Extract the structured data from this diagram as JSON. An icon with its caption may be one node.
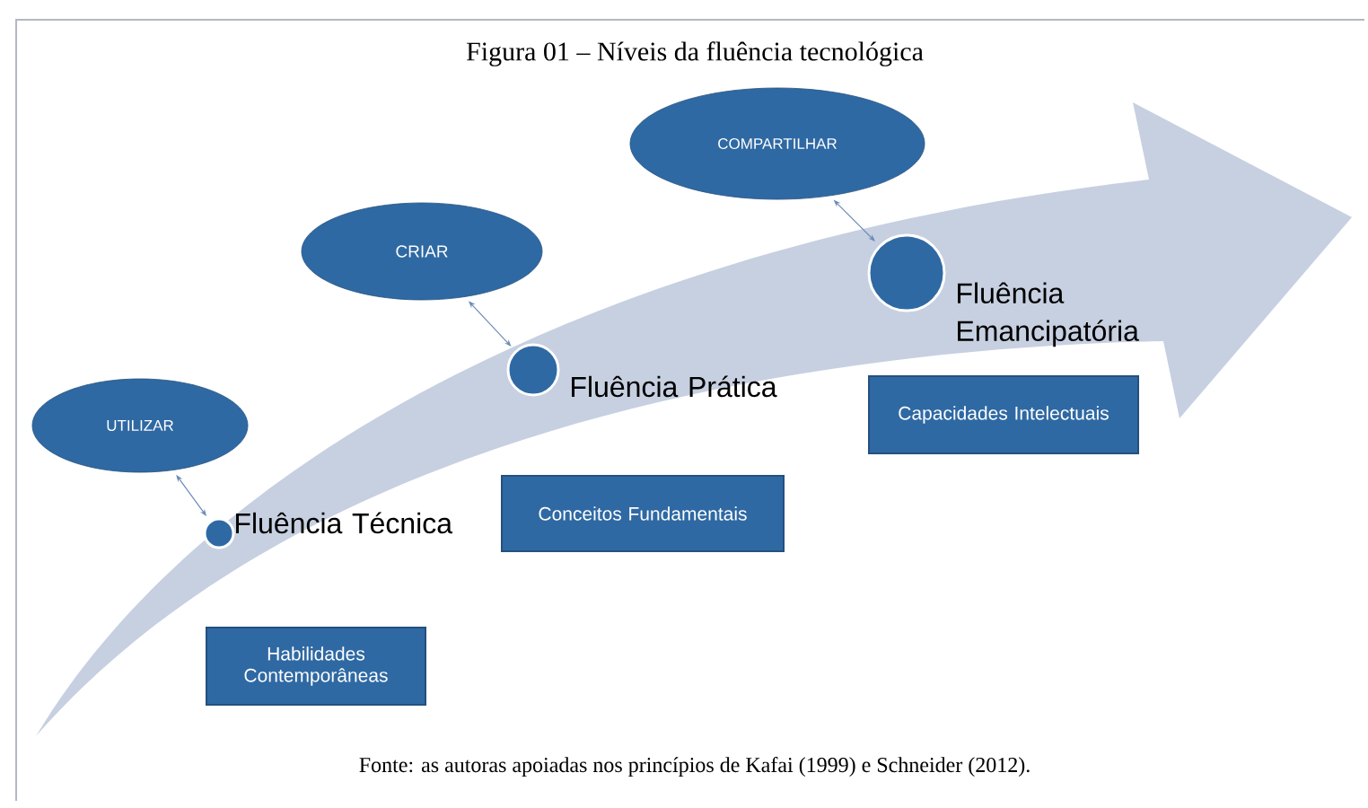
{
  "diagram": {
    "title": "Figura 01 – Níveis da fluência tecnológica",
    "caption": "Fonte: as autoras apoiadas nos princípios de Kafai (1999) e Schneider (2012).",
    "nodes": [
      {
        "text": [
          "UTILIZAR"
        ]
      },
      {
        "text": [],
        "shape": "circle",
        "beside": [
          "Fluência Técnica"
        ]
      },
      {
        "text": [
          "Habilidades Contemporâneas"
        ]
      },
      {
        "text": [
          "CRIAR"
        ]
      },
      {
        "text": [],
        "shape": "circle",
        "beside": [
          "Fluência Prática"
        ]
      },
      {
        "text": [
          "Conceitos Fundamentais"
        ]
      },
      {
        "text": [
          "COMPARTILHAR"
        ]
      },
      {
        "text": [],
        "shape": "circle",
        "beside": [
          "Fluência Emancipatória"
        ]
      },
      {
        "text": [
          "Capacidades Intelectuais"
        ]
      }
    ],
    "edges": [
      {
        "from": 0,
        "to": 1,
        "arrow": "both"
      },
      {
        "from": 3,
        "to": 4,
        "arrow": "both"
      },
      {
        "from": 6,
        "to": 7,
        "arrow": "both"
      }
    ]
  }
}
